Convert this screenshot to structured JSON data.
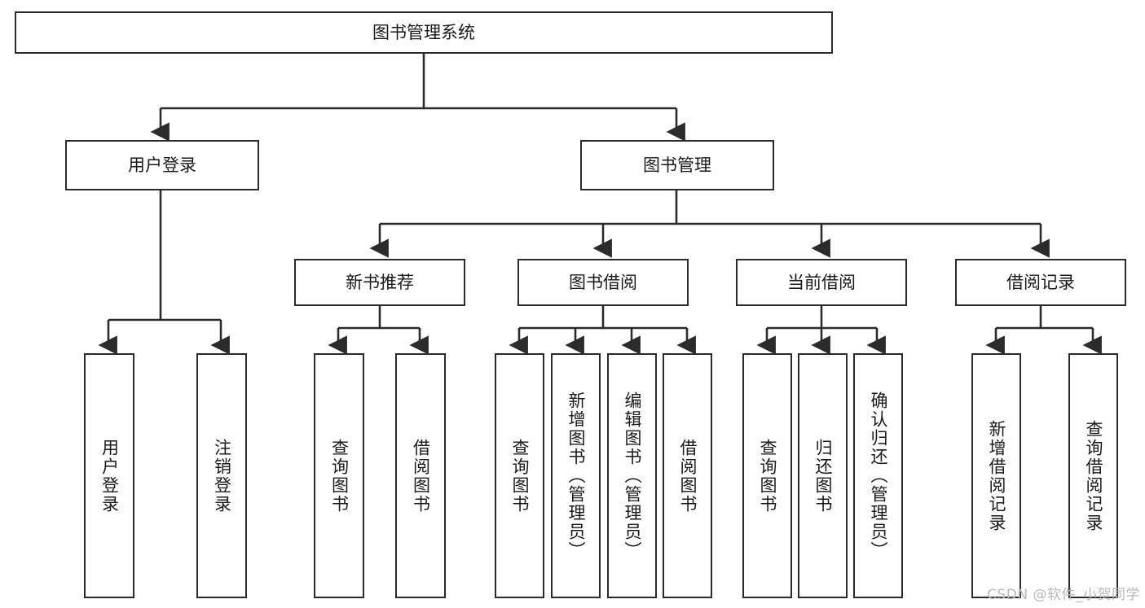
{
  "diagram": {
    "title": "图书管理系统",
    "watermark": "CSDN @软件_小贺同学",
    "colors": {
      "stroke": "#2b2b2b",
      "fill": "#ffffff",
      "text": "#1a1a1a",
      "watermark": "#b9b9b9"
    },
    "nodes": {
      "root": {
        "label": "图书管理系统"
      },
      "user_login": {
        "label": "用户登录"
      },
      "book_manage": {
        "label": "图书管理"
      },
      "new_book_rec": {
        "label": "新书推荐"
      },
      "book_borrow": {
        "label": "图书借阅"
      },
      "current_borrow": {
        "label": "当前借阅"
      },
      "borrow_record": {
        "label": "借阅记录"
      },
      "leaf_user_login": {
        "label": "用户登录"
      },
      "leaf_logout": {
        "label": "注销登录"
      },
      "leaf_query_book_1": {
        "label": "查询图书"
      },
      "leaf_borrow_book_1": {
        "label": "借阅图书"
      },
      "leaf_query_book_2": {
        "label": "查询图书"
      },
      "leaf_add_book_admin": {
        "label": "新增图书（管理员）"
      },
      "leaf_edit_book_admin": {
        "label": "编辑图书（管理员）"
      },
      "leaf_borrow_book_2": {
        "label": "借阅图书"
      },
      "leaf_query_book_3": {
        "label": "查询图书"
      },
      "leaf_return_book": {
        "label": "归还图书"
      },
      "leaf_confirm_return_admin": {
        "label": "确认归还（管理员）"
      },
      "leaf_add_record": {
        "label": "新增借阅记录"
      },
      "leaf_query_record": {
        "label": "查询借阅记录"
      }
    }
  }
}
